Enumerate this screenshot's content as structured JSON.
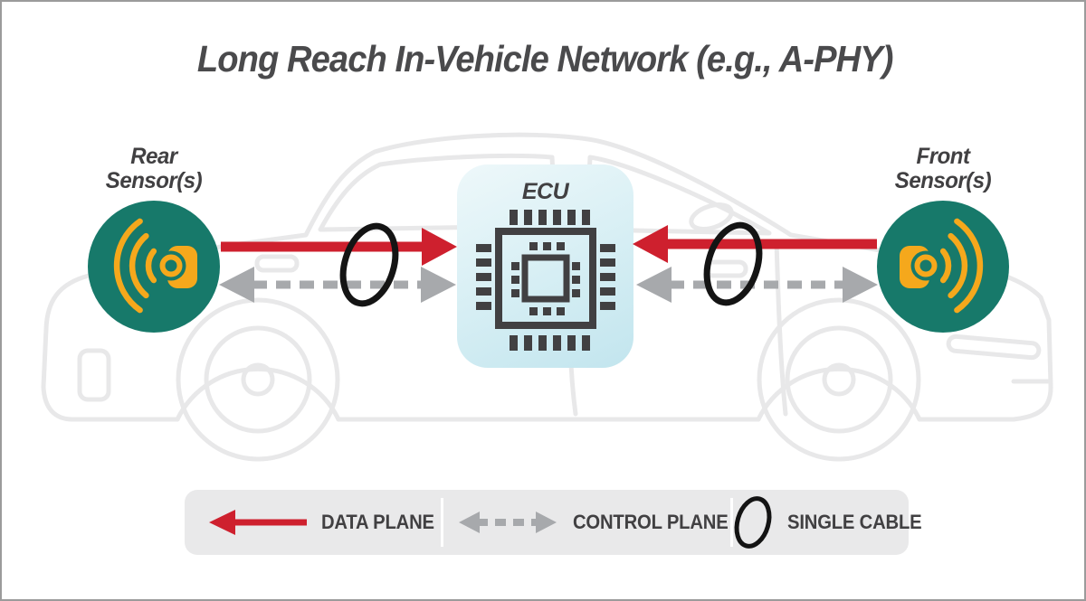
{
  "title": "Long Reach In-Vehicle Network (e.g., A-PHY)",
  "nodes": {
    "rear_sensor": {
      "line1": "Rear",
      "line2": "Sensor(s)"
    },
    "front_sensor": {
      "line1": "Front",
      "line2": "Sensor(s)"
    },
    "ecu": {
      "label": "ECU"
    }
  },
  "links": [
    {
      "from": "rear-sensor",
      "to": "ecu",
      "types": [
        "data-plane",
        "control-plane"
      ],
      "cable": "single-cable"
    },
    {
      "from": "front-sensor",
      "to": "ecu",
      "types": [
        "data-plane",
        "control-plane"
      ],
      "cable": "single-cable"
    }
  ],
  "legend": {
    "items": [
      {
        "id": "data-plane",
        "label": "DATA PLANE",
        "symbol": "red-solid-arrow"
      },
      {
        "id": "control-plane",
        "label": "CONTROL PLANE",
        "symbol": "gray-dashed-double-arrow"
      },
      {
        "id": "single-cable",
        "label": "SINGLE CABLE",
        "symbol": "black-ellipse-loop"
      }
    ]
  },
  "colors": {
    "data_plane_red": "#ce202e",
    "control_plane_gray": "#a7a9ac",
    "sensor_teal": "#17796a",
    "sensor_icon_orange": "#f5a81c",
    "ecu_fill_light": "#eef8fa",
    "ecu_fill_dark": "#c2e5ee",
    "chip_dark": "#414042",
    "cable_black": "#141414",
    "car_outline_gray": "#e8e8e9",
    "text_dark": "#414042",
    "title_gray": "#4a4a4c",
    "legend_background": "#e9e9ea"
  }
}
